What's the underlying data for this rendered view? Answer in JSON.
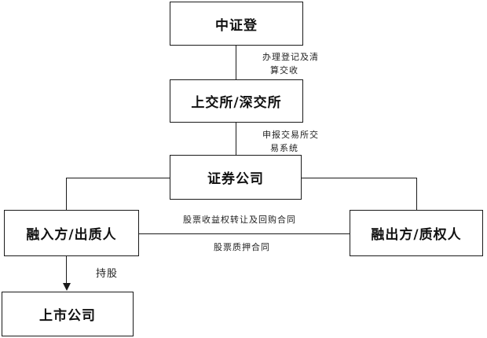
{
  "nodes": {
    "csdc": "中证登",
    "exchanges": "上交所/深交所",
    "securities_company": "证券公司",
    "fund_receiver": "融入方/出质人",
    "fund_provider": "融出方/质权人",
    "listed_company": "上市公司"
  },
  "edges": {
    "registration_clearing_line1": "办理登记及清",
    "registration_clearing_line2": "算交收",
    "declare_system_line1": "申报交易所交",
    "declare_system_line2": "易系统",
    "stock_transfer_repurchase": "股票收益权转让及回购合同",
    "stock_pledge_contract": "股票质押合同",
    "holding": "持股"
  }
}
